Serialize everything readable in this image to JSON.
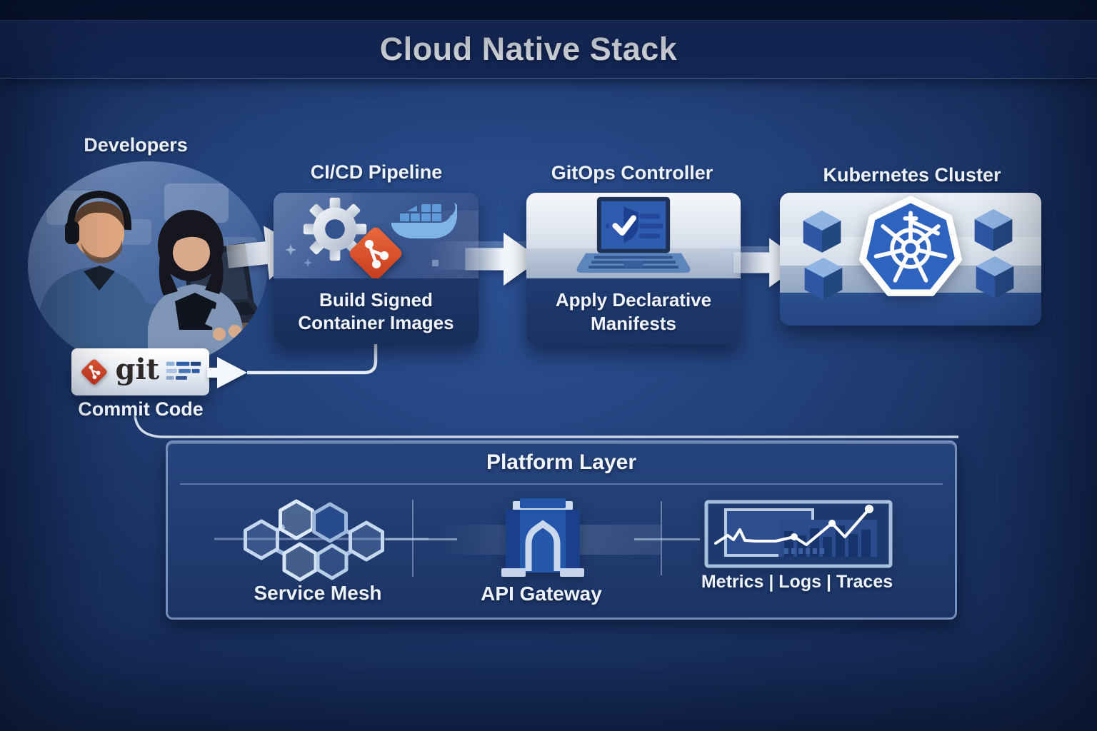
{
  "title": "Cloud Native Stack",
  "flow": {
    "developers": {
      "label": "Developers"
    },
    "cicd": {
      "label": "CI/CD Pipeline",
      "caption": "Build Signed Container Images"
    },
    "gitops": {
      "label": "GitOps Controller",
      "caption": "Apply Declarative Manifests"
    },
    "kubernetes": {
      "label": "Kubernetes Cluster"
    }
  },
  "commit": {
    "wordmark": "git",
    "caption": "Commit Code"
  },
  "platform": {
    "title": "Platform Layer",
    "sections": [
      {
        "label": "Service Mesh"
      },
      {
        "label": "API Gateway"
      },
      {
        "label": "Metrics | Logs | Traces"
      }
    ]
  },
  "colors": {
    "background": "#1d3a70",
    "header_band": "#16295a",
    "box_dark_blue": "#1b3566",
    "git_red": "#d94c2f",
    "docker_blue": "#7fb5e6",
    "kubernetes_blue": "#2e63c0",
    "arrow_white": "#f4f7fb"
  }
}
